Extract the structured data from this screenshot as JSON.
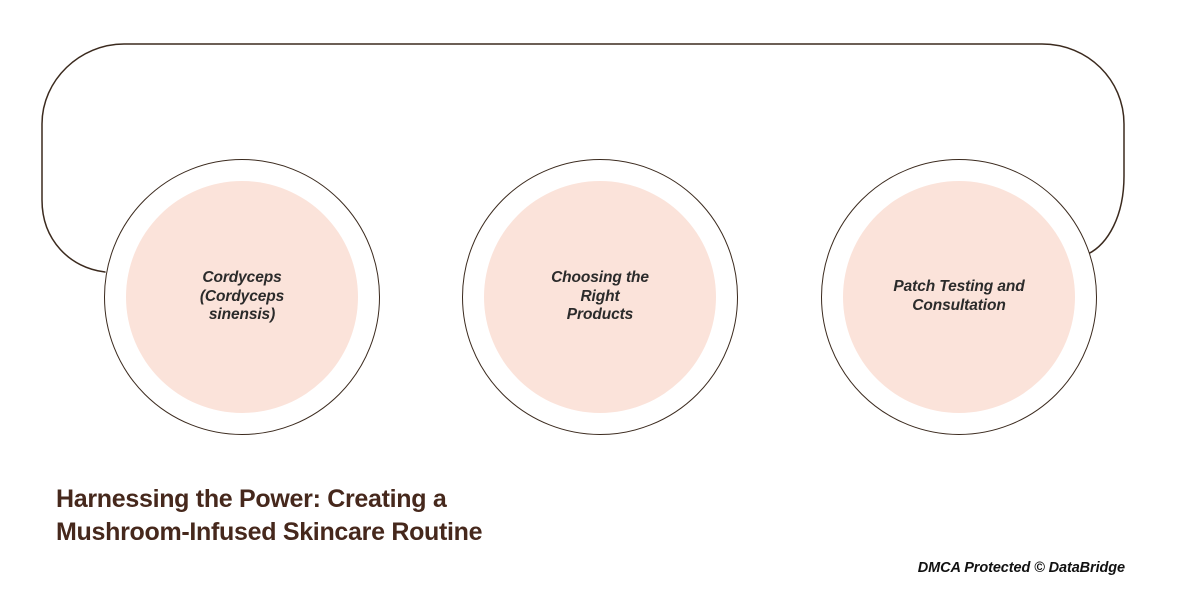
{
  "diagram": {
    "type": "process-flow-circles",
    "background_color": "#ffffff",
    "accent_fill": "#fbe3da",
    "stroke_color": "#3b2a1e",
    "nodes": [
      {
        "id": "node-1",
        "label": "Cordyceps\n(Cordyceps\nsinensis)",
        "order": 1
      },
      {
        "id": "node-2",
        "label": "Choosing the\nRight\nProducts",
        "order": 2
      },
      {
        "id": "node-3",
        "label": "Patch Testing and\nConsultation",
        "order": 3
      }
    ],
    "connector": {
      "name": "rounded-loop-connector",
      "description": "single rounded-rectangle outline spanning from the left of node 1 over the top of all nodes and down to the right of node 3"
    }
  },
  "title": {
    "text": "Harnessing the Power: Creating a\nMushroom-Infused Skincare Routine",
    "color": "#46281c"
  },
  "footer": {
    "text": "DMCA Protected © DataBridge",
    "color": "#111111"
  }
}
